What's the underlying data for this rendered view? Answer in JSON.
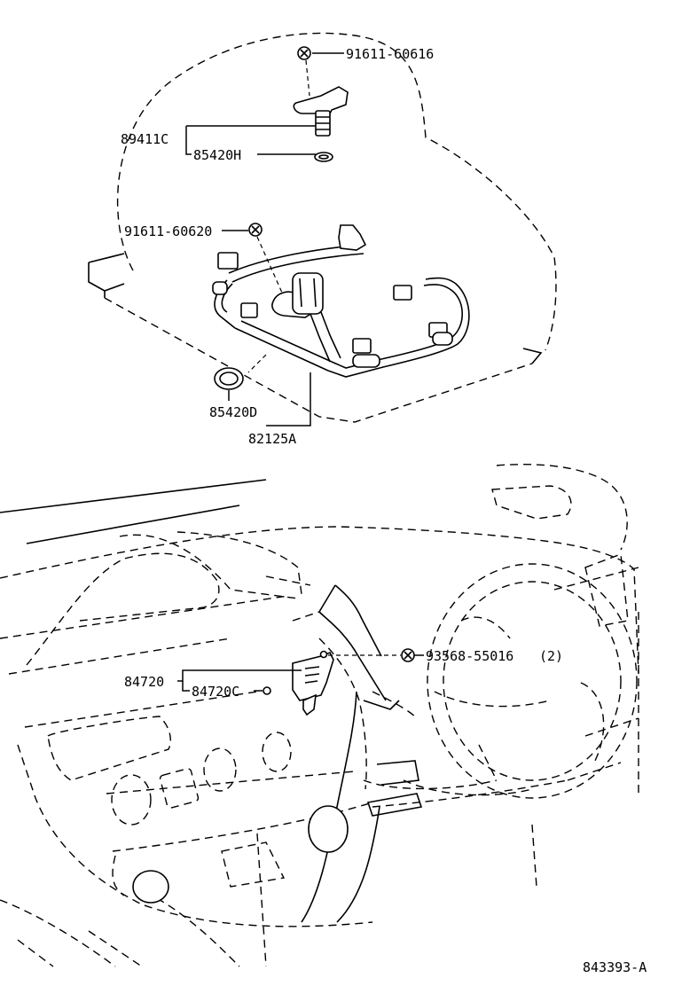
{
  "diagram": {
    "figure_code": "843393-A",
    "callouts": {
      "bolt_top": "91611-60616",
      "sensor_assy": "89411C",
      "o_ring_small": "85420H",
      "bolt_mid": "91611-60620",
      "o_ring_large": "85420D",
      "harness": "82125A",
      "switch_assy": "84720",
      "switch_sub": "84720C",
      "screw": "93568-55016",
      "screw_qty": "(2)"
    }
  }
}
